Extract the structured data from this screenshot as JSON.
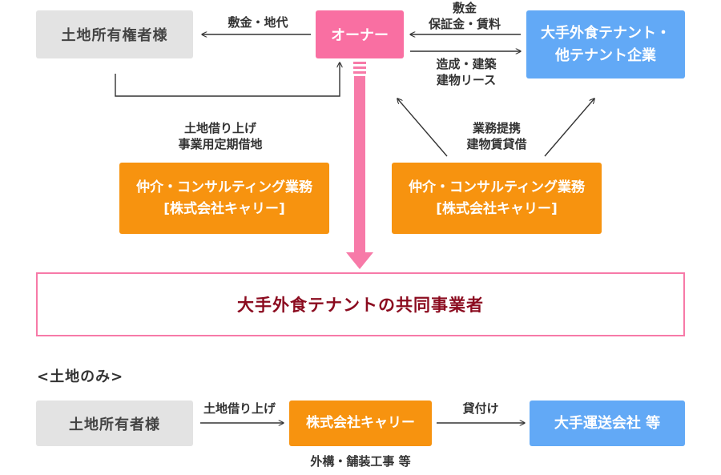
{
  "top": {
    "landowner": "土地所有権者様",
    "owner": "オーナー",
    "tenant_line1": "大手外食テナント・",
    "tenant_line2": "他テナント企業",
    "lbl_deposit_rent": "敷金・地代",
    "lbl_owner_to_tenant_1": "敷金",
    "lbl_owner_to_tenant_2": "保証金・賃料",
    "lbl_tenant_to_owner_1": "造成・建築",
    "lbl_tenant_to_owner_2": "建物リース",
    "lbl_lease_1": "土地借り上げ",
    "lbl_lease_2": "事業用定期借地",
    "lbl_partner_1": "業務提携",
    "lbl_partner_2": "建物賃貸借",
    "consult_left_1": "仲介・コンサルティング業務",
    "consult_left_2": "[株式会社キャリー]",
    "consult_right_1": "仲介・コンサルティング業務",
    "consult_right_2": "[株式会社キャリー]",
    "joint_business": "大手外食テナントの共同事業者"
  },
  "bottom": {
    "heading": "<土地のみ>",
    "landowner": "土地所有者様",
    "lbl_lease": "土地借り上げ",
    "carry": "株式会社キャリー",
    "lbl_lend": "貸付け",
    "transport": "大手運送会社 等",
    "lbl_works": "外構・舗装工事 等"
  },
  "colors": {
    "gray_box": "#e3e3e3",
    "pink": "#f96fa2",
    "blue": "#62a9f6",
    "orange": "#f7930f",
    "dark_red_text": "#8b0b1f",
    "arrow_pink": "#f77aa8"
  }
}
